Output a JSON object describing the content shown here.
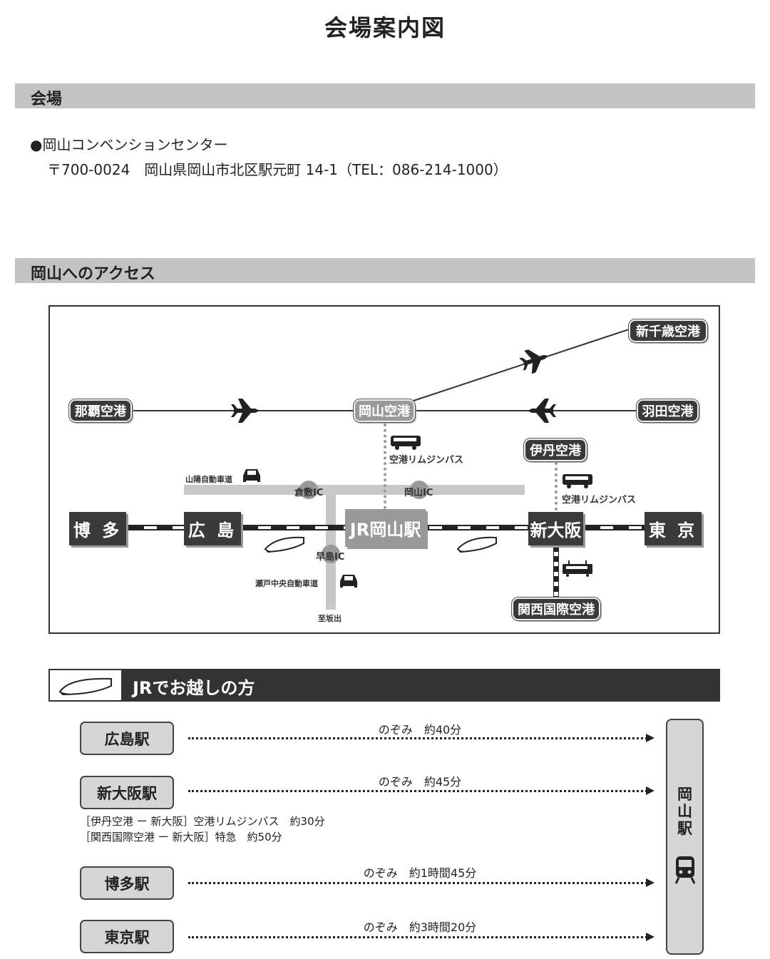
{
  "page_title": "会場案内図",
  "venue_section": {
    "heading": "会場",
    "name": "●岡山コンベンションセンター",
    "address": "〒700-0024　岡山県岡山市北区駅元町 14-1（TEL：086-214-1000）"
  },
  "access_section": {
    "heading": "岡山へのアクセス"
  },
  "map": {
    "airports": {
      "new_chitose": "新千歳空港",
      "naha": "那覇空港",
      "okayama": "岡山空港",
      "haneda": "羽田空港",
      "itami": "伊丹空港",
      "kansai": "関西国際空港"
    },
    "stations": {
      "hakata": "博 多",
      "hiroshima": "広 島",
      "okayama": "JR岡山駅",
      "shin_osaka": "新大阪",
      "tokyo": "東 京"
    },
    "bus_label_1": "空港リムジンバス",
    "bus_label_2": "空港リムジンバス",
    "expressways": {
      "sanyo": "山陽自動車道",
      "seto": "瀬戸中央自動車道"
    },
    "ics": {
      "kurashiki": "倉敷IC",
      "okayama": "岡山IC",
      "hayashima": "早島IC"
    },
    "to_sakaide": "至坂出"
  },
  "jr_section": {
    "heading": "JRでお越しの方",
    "destination": "岡山駅",
    "routes": [
      {
        "from": "広島駅",
        "label": "のぞみ　約40分"
      },
      {
        "from": "新大阪駅",
        "label": "のぞみ　約45分"
      },
      {
        "from": "博多駅",
        "label": "のぞみ　約1時間45分"
      },
      {
        "from": "東京駅",
        "label": "のぞみ　約3時間20分"
      }
    ],
    "notes": [
      "［伊丹空港 ー 新大阪］空港リムジンバス　約30分",
      "［関西国際空港 ー 新大阪］特急　約50分"
    ]
  }
}
